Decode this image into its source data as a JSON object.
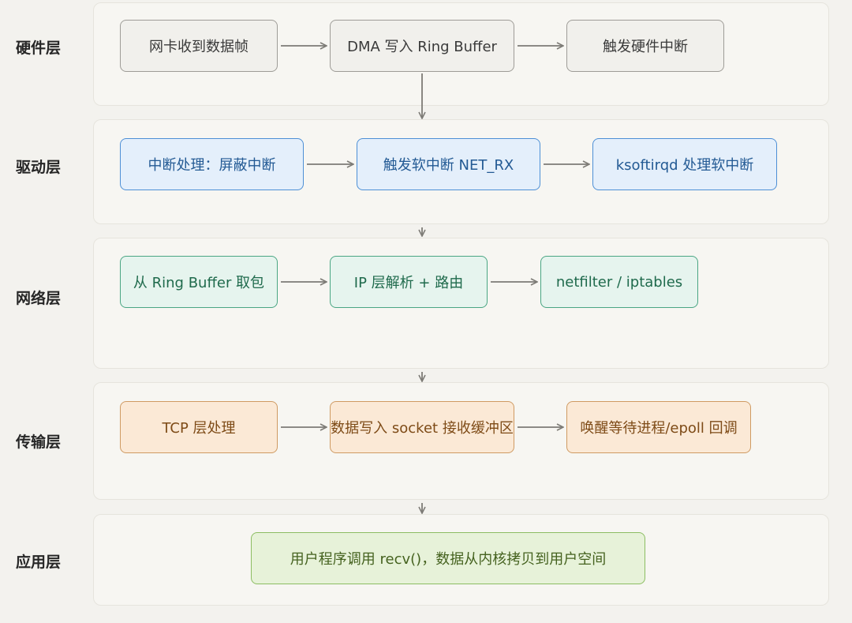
{
  "layers": [
    {
      "label": "硬件层",
      "nodes": [
        "网卡收到数据帧",
        "DMA 写入 Ring Buffer",
        "触发硬件中断"
      ]
    },
    {
      "label": "驱动层",
      "nodes": [
        "中断处理：屏蔽中断",
        "触发软中断 NET_RX",
        "ksoftirqd 处理软中断"
      ]
    },
    {
      "label": "网络层",
      "nodes": [
        "从 Ring Buffer 取包",
        "IP 层解析 + 路由",
        "netfilter / iptables"
      ]
    },
    {
      "label": "传输层",
      "nodes": [
        "TCP 层处理",
        "数据写入 socket 接收缓冲区",
        "唤醒等待进程/epoll 回调"
      ]
    },
    {
      "label": "应用层",
      "nodes": [
        "用户程序调用 recv()，数据从内核拷贝到用户空间"
      ]
    }
  ],
  "colors": {
    "hardware": "#9e9c97",
    "driver": "#4d8fd6",
    "network": "#4aa683",
    "transport": "#cf9a62",
    "application": "#8cbd62",
    "arrow": "#7d7b76"
  }
}
